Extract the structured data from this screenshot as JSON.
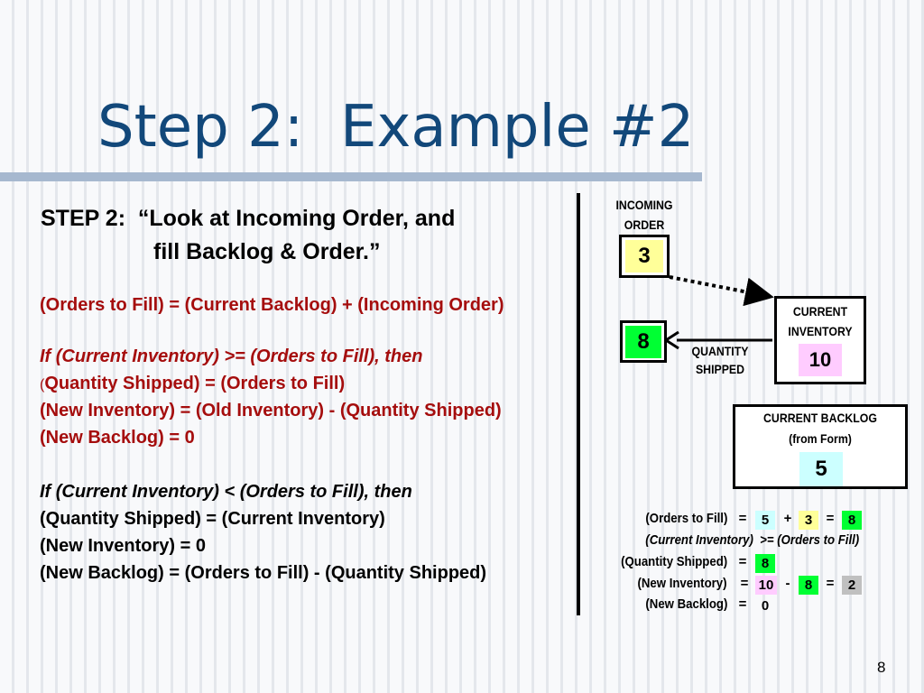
{
  "slide": {
    "title": "Step 2:  Example #2",
    "page_number": "8"
  },
  "left": {
    "heading_line1": "STEP 2:  “Look at Incoming Order, and",
    "heading_line2": "fill Backlog & Order.”",
    "formula": "(Orders to Fill) = (Current Backlog) + (Incoming Order)",
    "cond1": "If (Current Inventory) >= (Orders to Fill), then",
    "cond1_paren": "(",
    "cond1_line1": "Quantity Shipped) = (Orders to Fill)",
    "cond1_line2": "(New Inventory) = (Old Inventory) - (Quantity Shipped)",
    "cond1_line3": "(New Backlog) = 0",
    "cond2": "If (Current Inventory) < (Orders to Fill), then",
    "cond2_line1": "(Quantity Shipped) = (Current Inventory)",
    "cond2_line2": "(New Inventory) = 0",
    "cond2_line3": "(New Backlog) = (Orders to Fill) - (Quantity Shipped)"
  },
  "diagram": {
    "incoming_label_1": "INCOMING",
    "incoming_label_2": "ORDER",
    "incoming_value": "3",
    "inventory_label_1": "CURRENT",
    "inventory_label_2": "INVENTORY",
    "inventory_value": "10",
    "shipped_value": "8",
    "shipped_label_1": "QUANTITY",
    "shipped_label_2": "SHIPPED",
    "backlog_label_1": "CURRENT BACKLOG",
    "backlog_label_2": "(from Form)",
    "backlog_value": "5",
    "colors": {
      "incoming": "#ffff99",
      "inventory": "#ffccff",
      "shipped": "#00ff33",
      "backlog": "#ccffff",
      "remaining": "#c0c0c0"
    }
  },
  "calc": {
    "row1_label": "(Orders to Fill)",
    "row1_eq": "=",
    "row1_a": "5",
    "row1_op": "+",
    "row1_b": "3",
    "row1_eq2": "=",
    "row1_result": "8",
    "row2_label": "(Current Inventory)  >= (Orders to Fill)",
    "row3_label": "(Quantity Shipped)",
    "row3_eq": "=",
    "row3_result": "8",
    "row4_label": "(New Inventory)",
    "row4_eq": "=",
    "row4_a": "10",
    "row4_op": "-",
    "row4_b": "8",
    "row4_eq2": "=",
    "row4_result": "2",
    "row5_label": "(New Backlog)",
    "row5_eq": "=",
    "row5_result": "0"
  }
}
